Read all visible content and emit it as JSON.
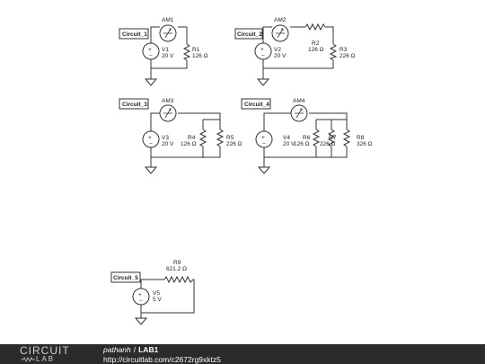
{
  "circuits": [
    {
      "tag": "Circuit_1",
      "ammeter": "AM1",
      "source": {
        "name": "V1",
        "value": "20 V"
      },
      "resistors": [
        {
          "name": "R1",
          "value": "126 Ω"
        }
      ]
    },
    {
      "tag": "Circuit_2",
      "ammeter": "AM2",
      "source": {
        "name": "V2",
        "value": "20 V"
      },
      "resistors": [
        {
          "name": "R2",
          "value": "126 Ω"
        },
        {
          "name": "R3",
          "value": "226 Ω"
        }
      ]
    },
    {
      "tag": "Circuit_3",
      "ammeter": "AM3",
      "source": {
        "name": "V3",
        "value": "20 V"
      },
      "resistors": [
        {
          "name": "R4",
          "value": "126 Ω"
        },
        {
          "name": "R5",
          "value": "226 Ω"
        }
      ]
    },
    {
      "tag": "Circuit_4",
      "ammeter": "AM4",
      "source": {
        "name": "V4",
        "value": "20 V"
      },
      "resistors": [
        {
          "name": "R6",
          "value": "126 Ω"
        },
        {
          "name": "R7",
          "value": "226 Ω"
        },
        {
          "name": "R8",
          "value": "326 Ω"
        }
      ]
    },
    {
      "tag": "Circuit_5",
      "source": {
        "name": "V5",
        "value": "5 V"
      },
      "resistors": [
        {
          "name": "R9",
          "value": "621.2 Ω"
        }
      ]
    }
  ],
  "symbols": {
    "plus": "+",
    "minus": "−"
  },
  "footer": {
    "logo_top": "CIRCUIT",
    "logo_bottom": "LAB",
    "author": "pathanh",
    "separator": "/",
    "project": "LAB1",
    "url": "http://circuitlab.com/c2672rg9xktz5"
  }
}
